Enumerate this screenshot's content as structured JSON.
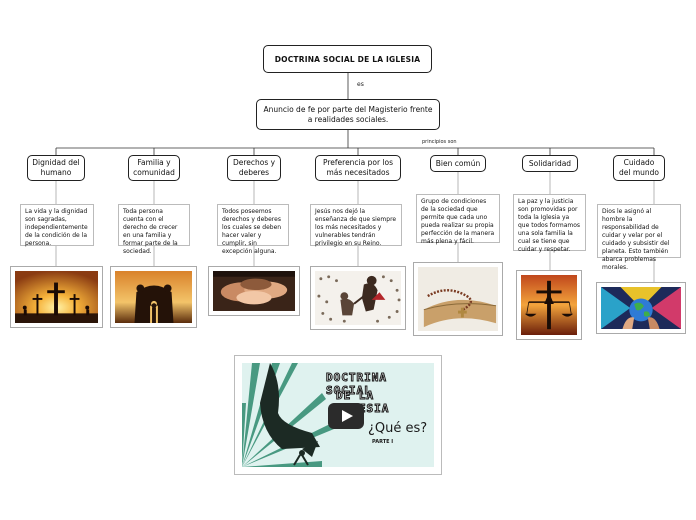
{
  "root": "DOCTRINA SOCIAL DE LA IGLESIA",
  "link_es": "es",
  "anuncio": "Anuncio de fe por parte del Magisterio frente a realidades sociales.",
  "link_principios": "principios son",
  "principles": [
    {
      "title": "Dignidad del humano",
      "desc": "La vida y la dignidad son sagradas, independientemente de la condición de la persona.",
      "image": "crosses-sunset"
    },
    {
      "title": "Familia y comunidad",
      "desc": "Toda persona cuenta con el derecho de crecer en una familia y formar parte de la sociedad.",
      "image": "family-sunset"
    },
    {
      "title": "Derechos y deberes",
      "desc": "Todos poseemos derechos y deberes los cuales se deben hacer valer y cumplir, sin excepción alguna.",
      "image": "hands-together"
    },
    {
      "title": "Preferencia por los más necesitados",
      "desc": "Jesús nos dejó la enseñanza de que siempre los más necesitados y vulnerables tendrán privilegio en su Reino.",
      "image": "crowd-helping"
    },
    {
      "title": "Bien común",
      "desc": "Grupo de condiciones de la sociedad que permite que cada uno pueda realizar su propia perfección de la manera más plena y fácil.",
      "image": "rosary-bible"
    },
    {
      "title": "Solidaridad",
      "desc": "La paz y la justicia son promovidas por toda la Iglesia ya que todos formamos una sola familia la cual se tiene que cuidar y respetar.",
      "image": "crucifix-scales"
    },
    {
      "title": "Cuidado del mundo",
      "desc": "Dios le asignó al hombre la responsabilidad de cuidar y velar por el cuidado y subsistir del planeta. Esto también abarca problemas morales.",
      "image": "earth-hands"
    }
  ],
  "video": {
    "line1": "DOCTRINA SOCIAL",
    "line2": "DE LA IGLESIA",
    "question": "¿Qué es?",
    "part": "PARTE I"
  },
  "colors": {
    "line": "#333333",
    "desc_border": "#bbbbbb",
    "video_bg": "#dff2ef"
  }
}
